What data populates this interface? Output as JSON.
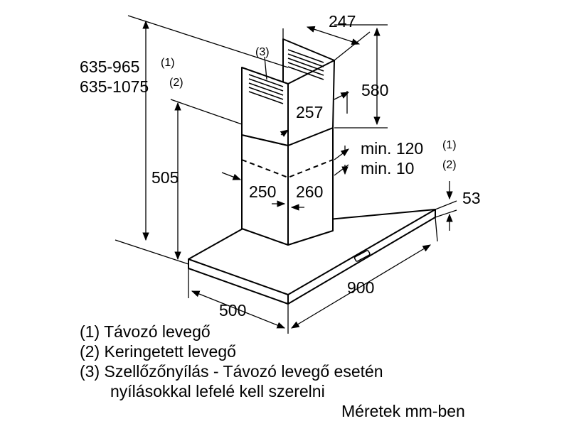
{
  "dimensions": {
    "total_height_exhaust": "635-965",
    "total_height_recirc": "635-1075",
    "note_1": "(1)",
    "note_2": "(2)",
    "note_3": "(3)",
    "chimney_height": "505",
    "chimney_width": "247",
    "upper_chimney_height": "580",
    "upper_chimney_depth": "257",
    "lower_chimney_width": "250",
    "lower_chimney_depth": "260",
    "clearance_exhaust": "min. 120",
    "clearance_recirc": "min. 10",
    "canopy_thickness": "53",
    "hood_width": "900",
    "hood_depth": "500"
  },
  "legend": {
    "line1": "(1) Távozó levegő",
    "line2": "(2) Keringetett levegő",
    "line3": "(3) Szellőzőnyílás - Távozó levegő esetén",
    "line4": "nyílásokkal lefelé kell szerelni"
  },
  "units_note": "Méretek mm-ben"
}
